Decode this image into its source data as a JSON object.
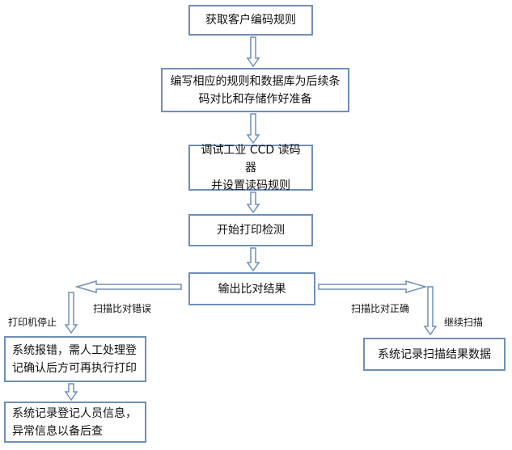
{
  "nodes": {
    "get_rules": "获取客户编码规则",
    "write_rules": "编写相应的规则和数据库为后续条\n码对比和存储作好准备",
    "debug_reader": "调试工业 CCD 读码器\n并设置读码规则",
    "start_print": "开始打印检测",
    "output_compare": "输出比对结果",
    "error_report": "系统报错，需人工处理登\n记确认后方可再执行打印",
    "record_personnel": "系统记录登记人员信息，\n异常信息以备后查",
    "record_scan": "系统记录扫描结果数据"
  },
  "edge_labels": {
    "scan_error": "扫描比对错误",
    "printer_stop": "打印机停止",
    "scan_correct": "扫描比对正确",
    "continue_scan": "继续扫描"
  },
  "colors": {
    "border": "#6f8fb7",
    "arrow_stroke": "#6f8fb7",
    "arrow_fill": "#ffffff"
  }
}
